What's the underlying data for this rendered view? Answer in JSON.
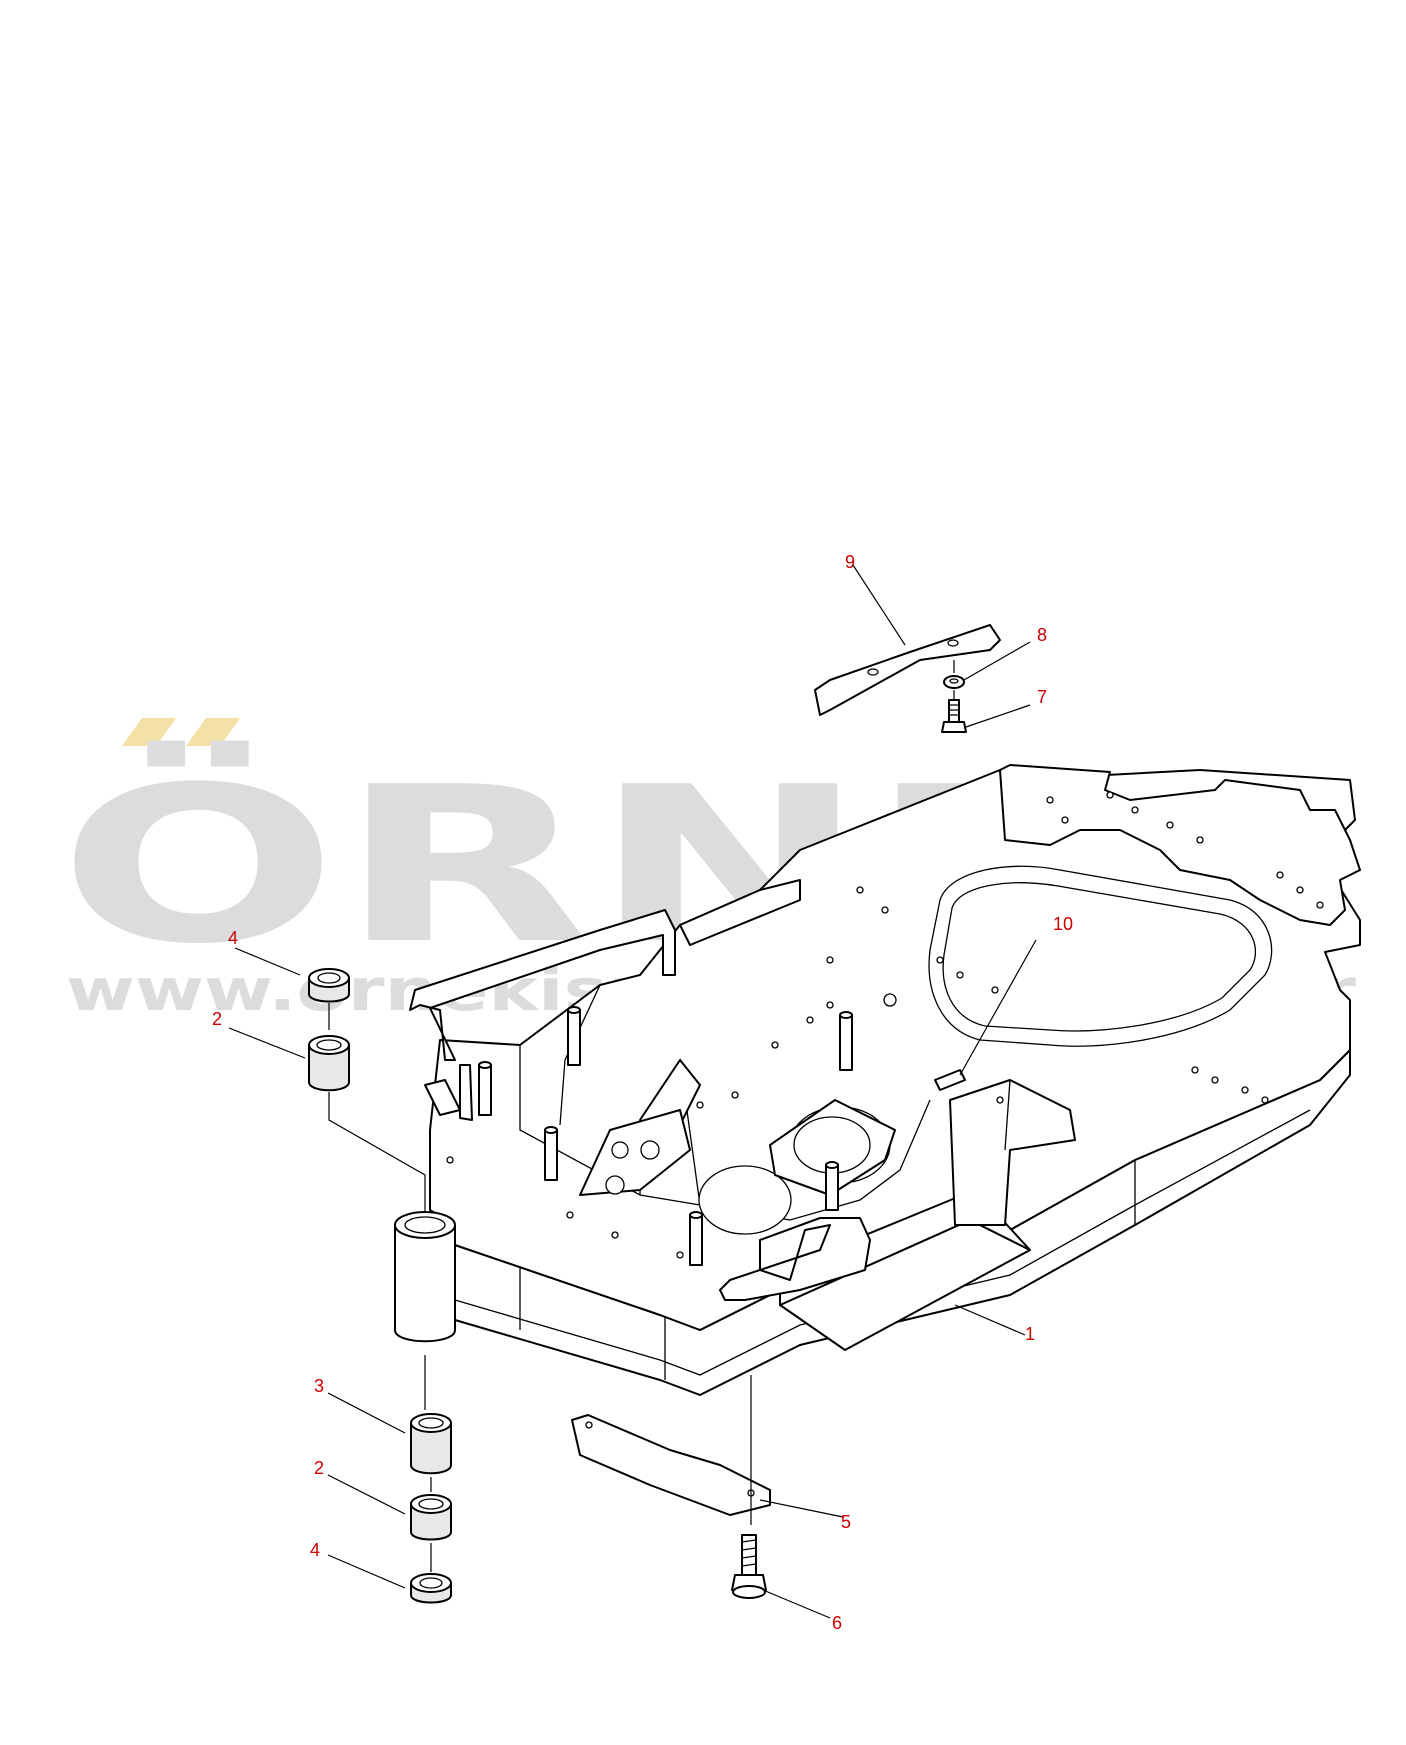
{
  "watermark": {
    "brand": "ÖRNEK",
    "url": "www.ornekismakinalari.com.tr",
    "colors": {
      "text": "#dcdcdf",
      "accent": "#f3e1a6"
    }
  },
  "callouts": [
    {
      "id": "c1",
      "label": "1"
    },
    {
      "id": "c2a",
      "label": "2"
    },
    {
      "id": "c2b",
      "label": "2"
    },
    {
      "id": "c3",
      "label": "3"
    },
    {
      "id": "c4a",
      "label": "4"
    },
    {
      "id": "c4b",
      "label": "4"
    },
    {
      "id": "c5",
      "label": "5"
    },
    {
      "id": "c6",
      "label": "6"
    },
    {
      "id": "c7",
      "label": "7"
    },
    {
      "id": "c8",
      "label": "8"
    },
    {
      "id": "c9",
      "label": "9"
    },
    {
      "id": "c10",
      "label": "10"
    }
  ],
  "colors": {
    "callout_text": "#cc0000",
    "line": "#000000",
    "part_shade": "#e8e8e8"
  }
}
